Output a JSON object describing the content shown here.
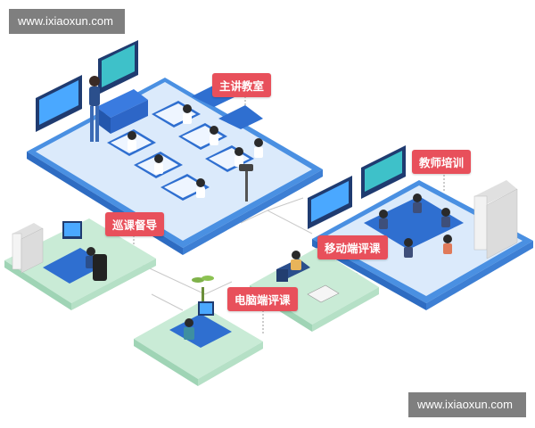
{
  "watermark": {
    "top": "www.ixiaoxun.com",
    "bottom": "www.ixiaoxun.com"
  },
  "labels": {
    "main_classroom": "主讲教室",
    "teacher_training": "教师培训",
    "patrol_supervision": "巡课督导",
    "mobile_evaluation": "移动端评课",
    "pc_evaluation": "电脑端评课"
  },
  "colors": {
    "label_bg": "#e8505b",
    "blue_platform": "#4a90e2",
    "green_platform": "#c9ebd6",
    "desk_blue": "#2f6fd0",
    "watermark_bg": "#7f7f7f"
  }
}
